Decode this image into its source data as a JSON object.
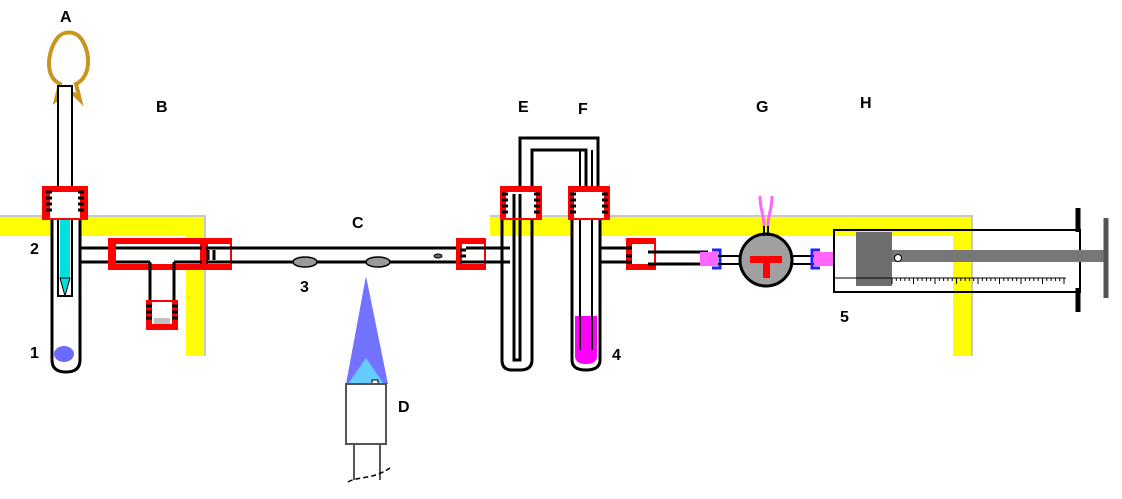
{
  "labels": {
    "A": "A",
    "B": "B",
    "C": "C",
    "D": "D",
    "E": "E",
    "F": "F",
    "G": "G",
    "H": "H",
    "n1": "1",
    "n2": "2",
    "n3": "3",
    "n4": "4",
    "n5": "5"
  },
  "colors": {
    "stand": "#ffff00",
    "stand_edge": "#c8c8c8",
    "clamp": "#ff0000",
    "bulb": "#c8961e",
    "liquid_cyan": "#00e0e0",
    "liquid_blue": "#6a6aff",
    "liquid_magenta": "#ff00ff",
    "flame_outer": "#7373ff",
    "flame_inner": "#66ccff",
    "valve_body": "#a0a0a0",
    "valve_handle": "#ff0000",
    "connector": "#2222ff",
    "connector_tube": "#ff66ff",
    "piston": "#6e6e6e",
    "outline": "#000000"
  },
  "icons": {
    "bulb": "rubber-bulb-icon",
    "burner": "burner-icon",
    "valve": "three-way-stopcock-icon",
    "syringe": "syringe-icon"
  }
}
